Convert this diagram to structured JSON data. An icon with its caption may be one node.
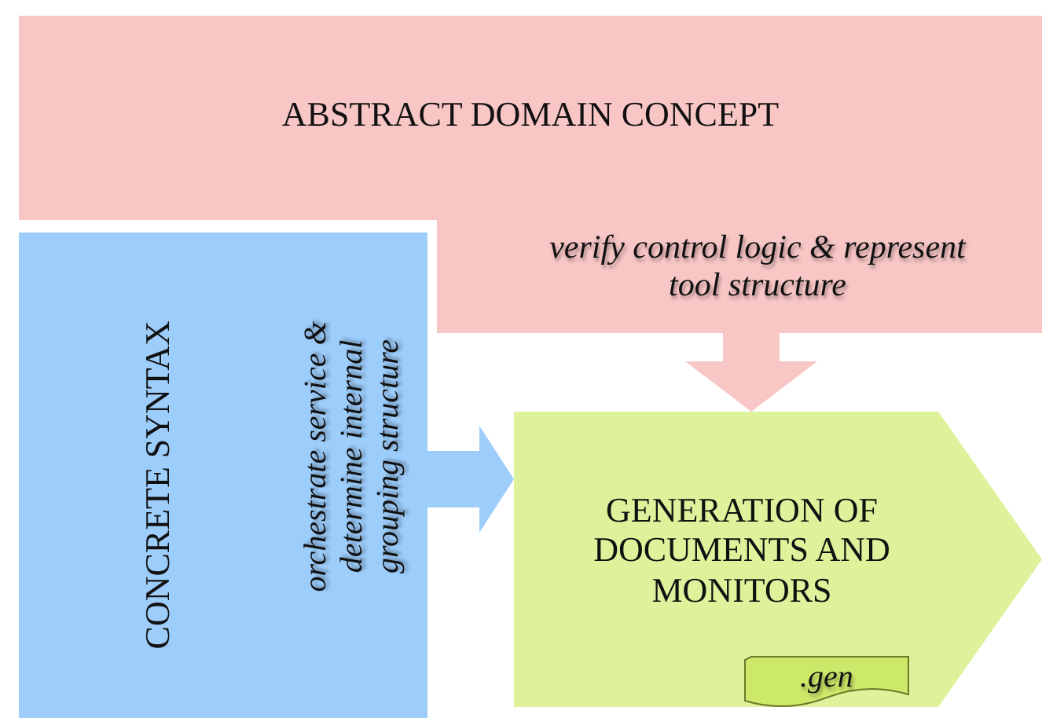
{
  "diagram": {
    "nodes": [
      {
        "text": [
          "ABSTRACT DOMAIN CONCEPT",
          "verify control logic & represent tool structure"
        ]
      },
      {
        "text": [
          "CONCRETE SYNTAX",
          "orchestrate service & determine internal grouping structure"
        ]
      },
      {
        "text": [
          "GENERATION OF DOCUMENTS AND MONITORS"
        ]
      },
      {
        "text": [
          ".gen"
        ],
        "in": 2
      }
    ],
    "edges": [
      {
        "from": 0,
        "to": 2,
        "arrow": "to",
        "style": "thick",
        "color": "#f9c6c6"
      },
      {
        "from": 1,
        "to": 2,
        "arrow": "to",
        "style": "thick",
        "color": "#9dcdfb"
      }
    ]
  }
}
